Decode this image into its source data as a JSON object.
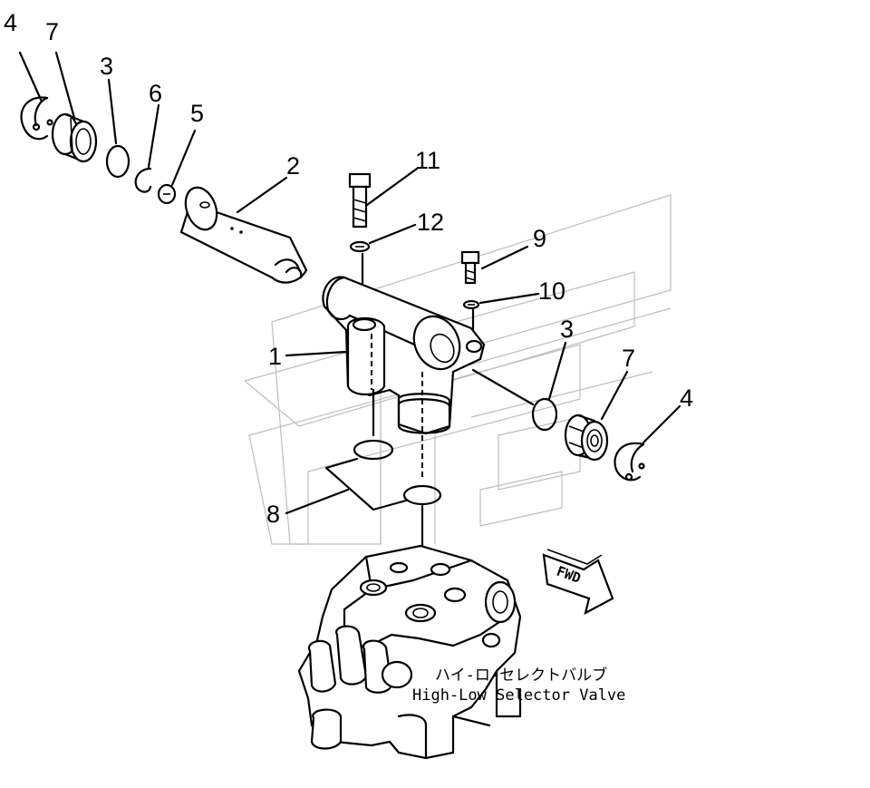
{
  "callouts": {
    "c4a": "4",
    "c7a": "7",
    "c3a": "3",
    "c6": "6",
    "c5": "5",
    "c2": "2",
    "c11": "11",
    "c12": "12",
    "c9": "9",
    "c10": "10",
    "c1": "1",
    "c3b": "3",
    "c7b": "7",
    "c4b": "4",
    "c8": "8"
  },
  "direction_label": "FWD",
  "caption": {
    "japanese": "ハイ-ロ-セレクトバルブ",
    "english": "High-Low Selector Valve"
  }
}
